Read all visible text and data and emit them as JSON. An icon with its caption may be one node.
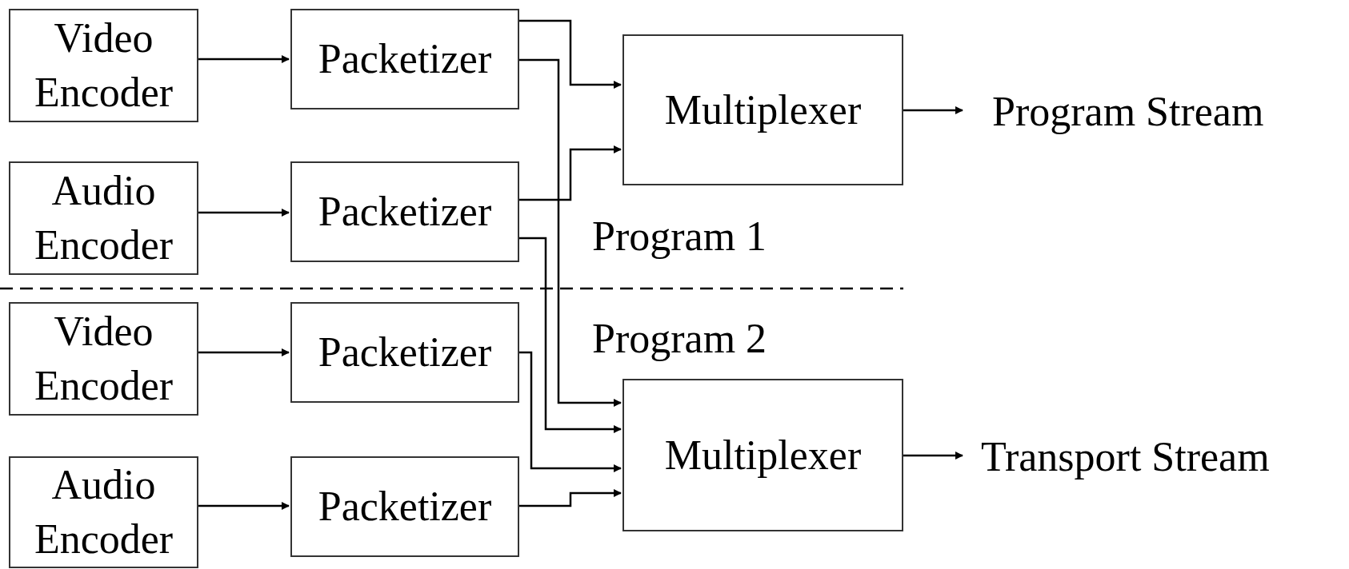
{
  "diagram": {
    "nodes": [
      {
        "text": [
          "Video Encoder"
        ]
      },
      {
        "text": [
          "Packetizer"
        ]
      },
      {
        "text": [
          "Multiplexer"
        ]
      },
      {
        "text": [
          "Program Stream"
        ]
      },
      {
        "text": [
          "Audio Encoder"
        ]
      },
      {
        "text": [
          "Packetizer"
        ]
      },
      {
        "text": [
          "Video Encoder"
        ]
      },
      {
        "text": [
          "Packetizer"
        ]
      },
      {
        "text": [
          "Multiplexer"
        ]
      },
      {
        "text": [
          "Transport Stream"
        ]
      },
      {
        "text": [
          "Audio Encoder"
        ]
      },
      {
        "text": [
          "Packetizer"
        ]
      }
    ],
    "edges": [
      {
        "from": 0,
        "to": 1,
        "arrow": "to"
      },
      {
        "from": 1,
        "to": 2,
        "arrow": "to"
      },
      {
        "from": 1,
        "to": 8,
        "arrow": "to"
      },
      {
        "from": 4,
        "to": 5,
        "arrow": "to"
      },
      {
        "from": 5,
        "to": 2,
        "arrow": "to"
      },
      {
        "from": 5,
        "to": 8,
        "arrow": "to"
      },
      {
        "from": 6,
        "to": 7,
        "arrow": "to"
      },
      {
        "from": 7,
        "to": 8,
        "arrow": "to"
      },
      {
        "from": 10,
        "to": 11,
        "arrow": "to"
      },
      {
        "from": 11,
        "to": 8,
        "arrow": "to"
      },
      {
        "from": 2,
        "to": 3,
        "arrow": "to"
      },
      {
        "from": 8,
        "to": 9,
        "arrow": "to"
      }
    ],
    "labels": [
      "Program 1",
      "Program 2"
    ]
  }
}
